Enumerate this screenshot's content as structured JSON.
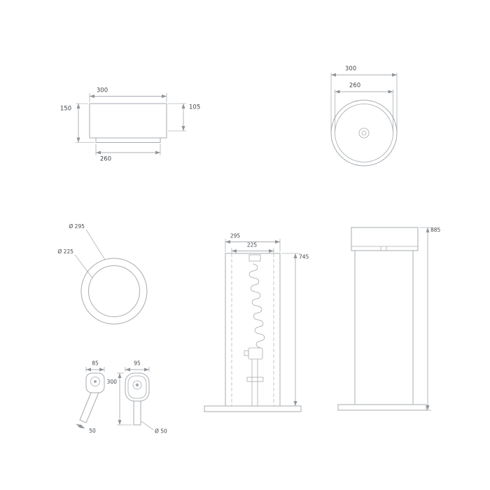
{
  "colors": {
    "bg": "#ffffff",
    "line": "#a6abb0",
    "dash": "#b4b9bd",
    "dim": "#8f959a",
    "text": "#43474b"
  },
  "views": {
    "basin_side": {
      "top_width": "300",
      "height_total": "150",
      "height_body": "105",
      "bottom_width": "260"
    },
    "basin_plan": {
      "outer_diameter": "300",
      "inner_diameter": "260"
    },
    "basin_ring": {
      "outer_diameter": "Ø 295",
      "inner_diameter": "Ø 225"
    },
    "pedestal_front": {
      "outer_width": "295",
      "inner_width": "225",
      "column_height": "745"
    },
    "pedestal_side": {
      "total_height": "885"
    },
    "hand_shower": {
      "head_width": "85",
      "end_diameter": "50"
    },
    "mixer": {
      "head_width": "95",
      "body_height": "300",
      "stem_diameter": "Ø 50"
    }
  }
}
